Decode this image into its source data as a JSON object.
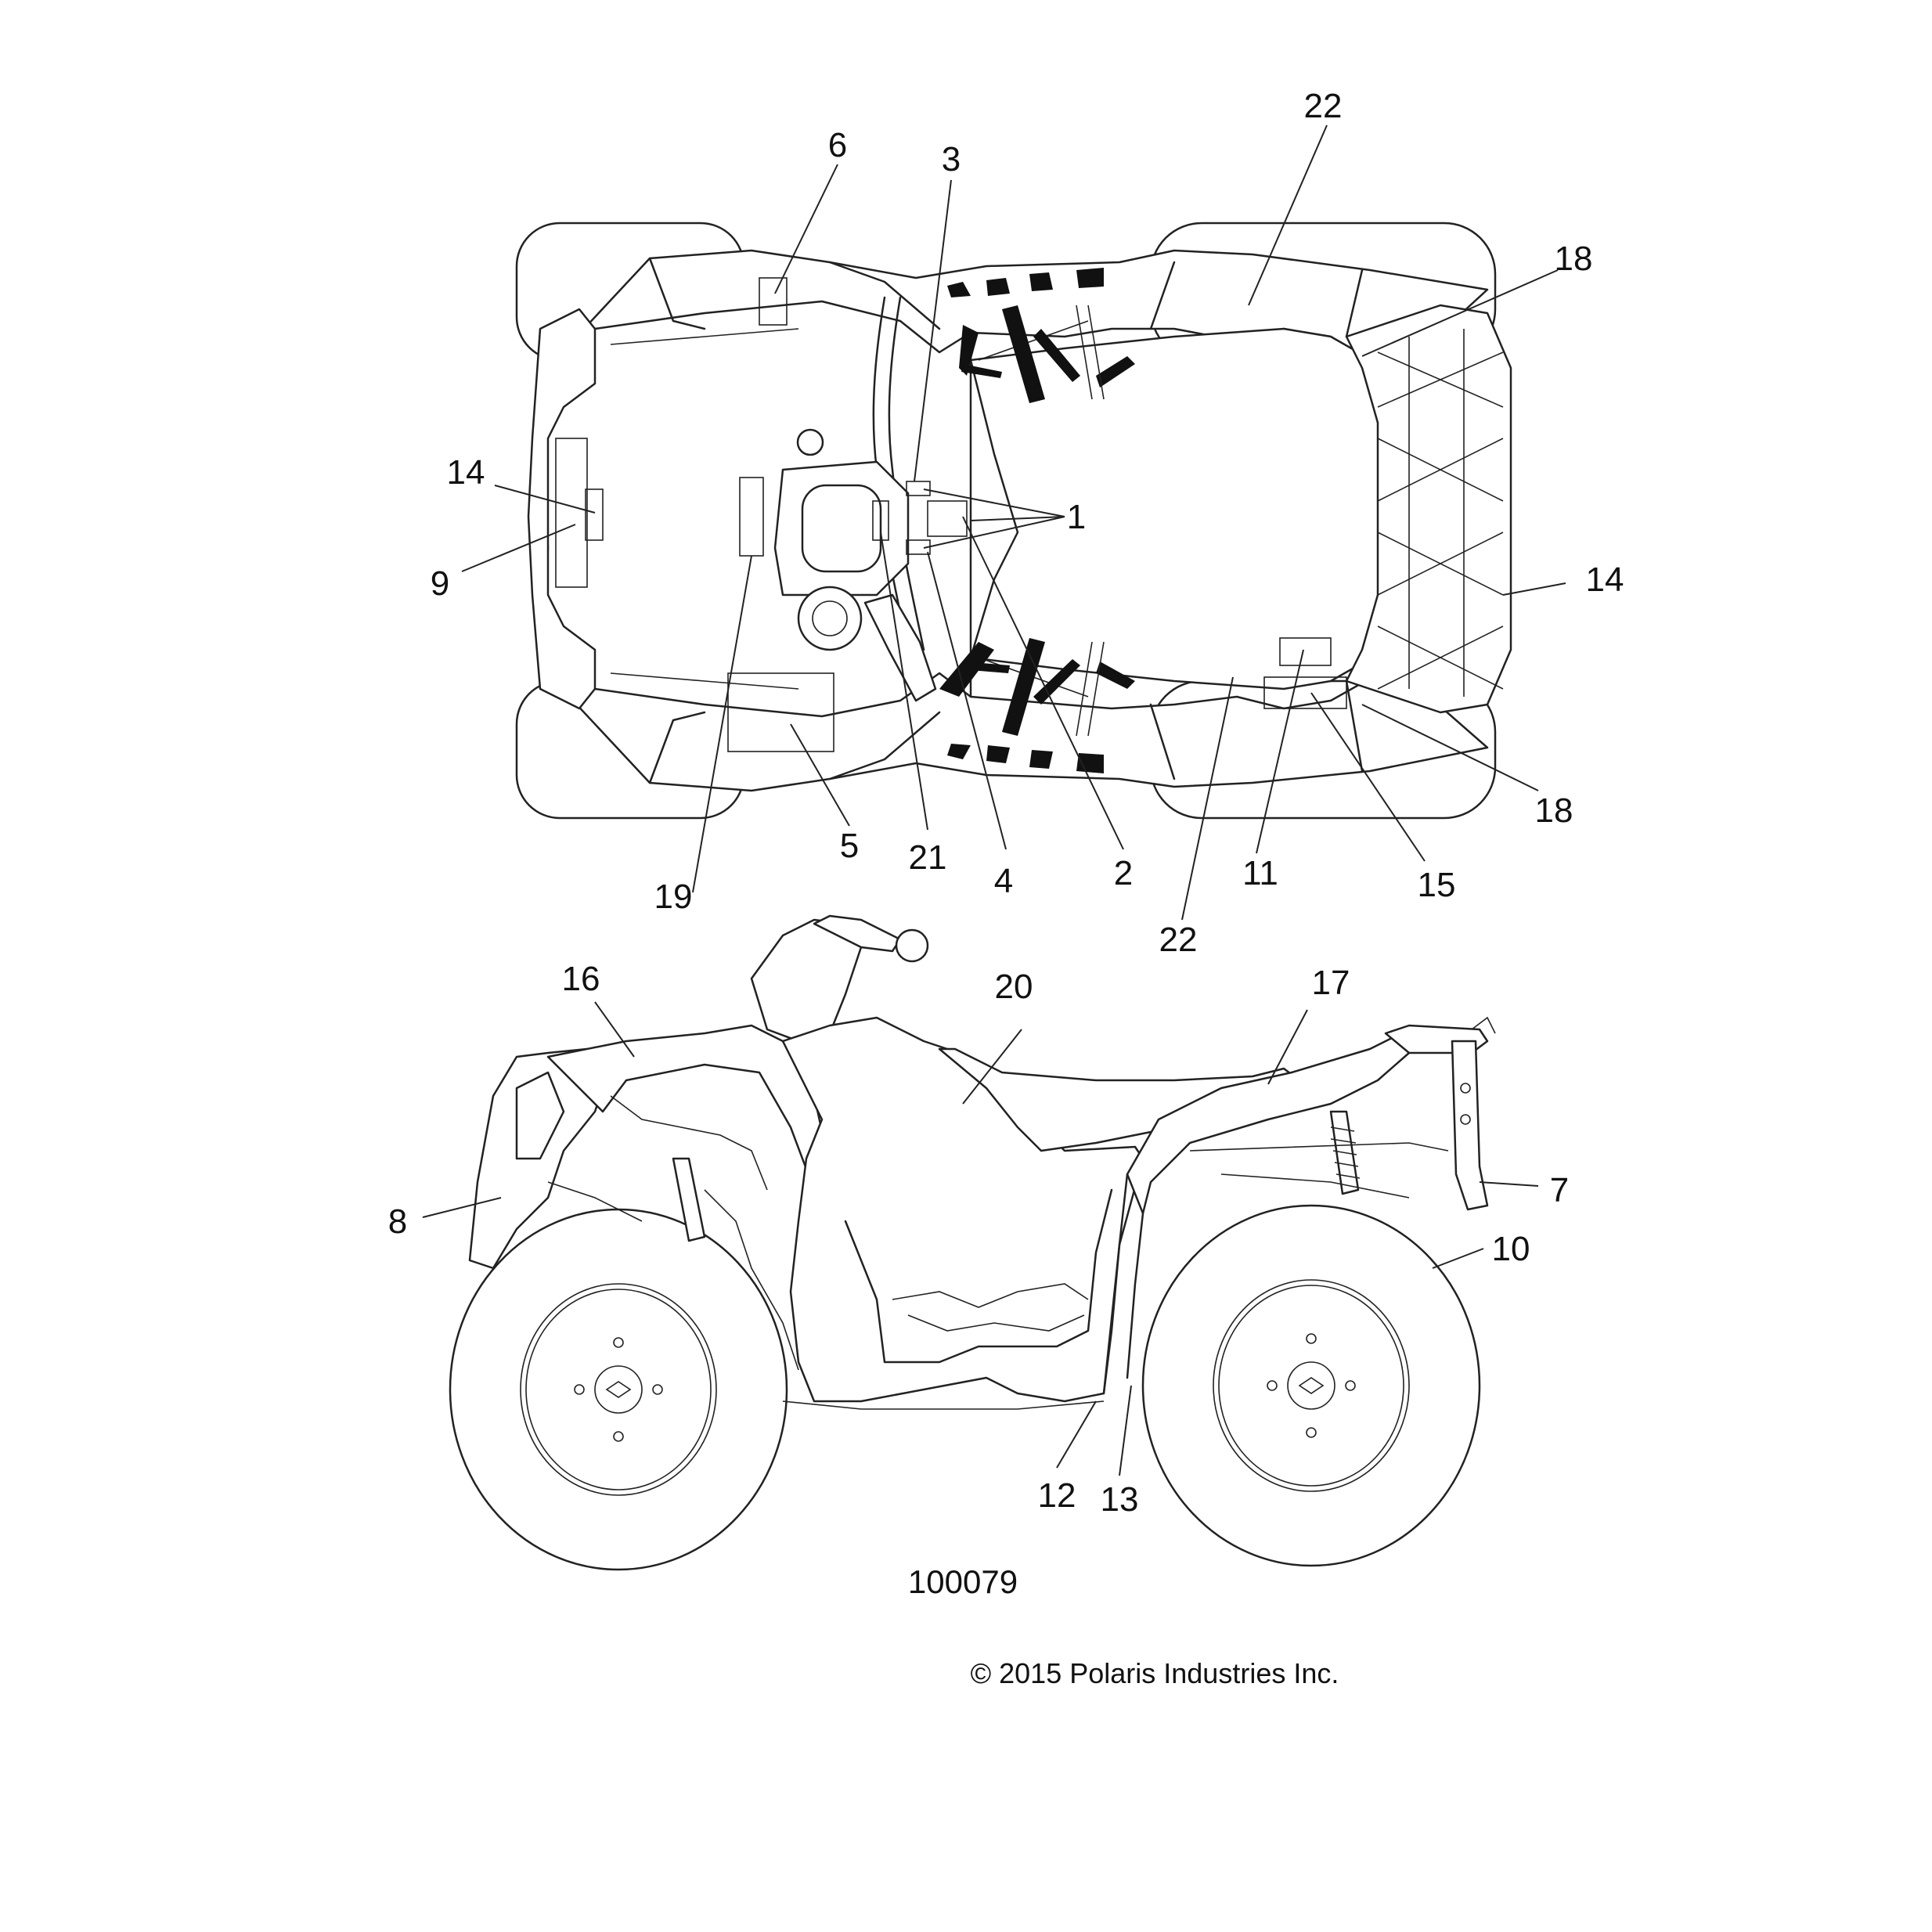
{
  "figure_number": "100079",
  "copyright": "© 2015 Polaris Industries Inc.",
  "top_view_callouts": {
    "c1": "1",
    "c2": "2",
    "c3": "3",
    "c4": "4",
    "c5": "5",
    "c6": "6",
    "c9": "9",
    "c11": "11",
    "c14a": "14",
    "c14b": "14",
    "c15": "15",
    "c18a": "18",
    "c18b": "18",
    "c19": "19",
    "c21": "21",
    "c22a": "22",
    "c22b": "22"
  },
  "side_view_callouts": {
    "c7": "7",
    "c8": "8",
    "c10": "10",
    "c12": "12",
    "c13": "13",
    "c16": "16",
    "c17": "17",
    "c20": "20"
  }
}
